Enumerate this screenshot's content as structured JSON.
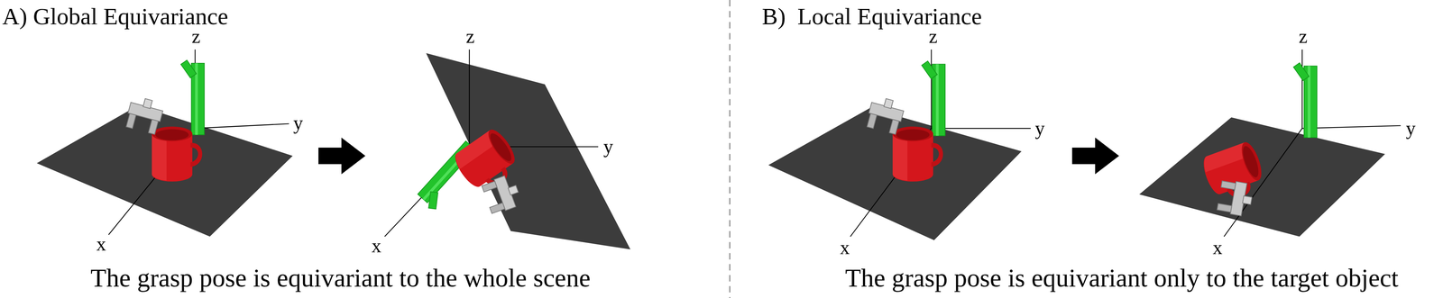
{
  "diagram": {
    "labels": [
      "A) Global Equivariance",
      "z",
      "y",
      "x",
      "z",
      "y",
      "x",
      "The grasp pose is equivariant to the whole scene",
      "B)  Local Equivariance",
      "z",
      "y",
      "x",
      "z",
      "y",
      "x",
      "The grasp pose is equivariant only to the target object"
    ]
  }
}
